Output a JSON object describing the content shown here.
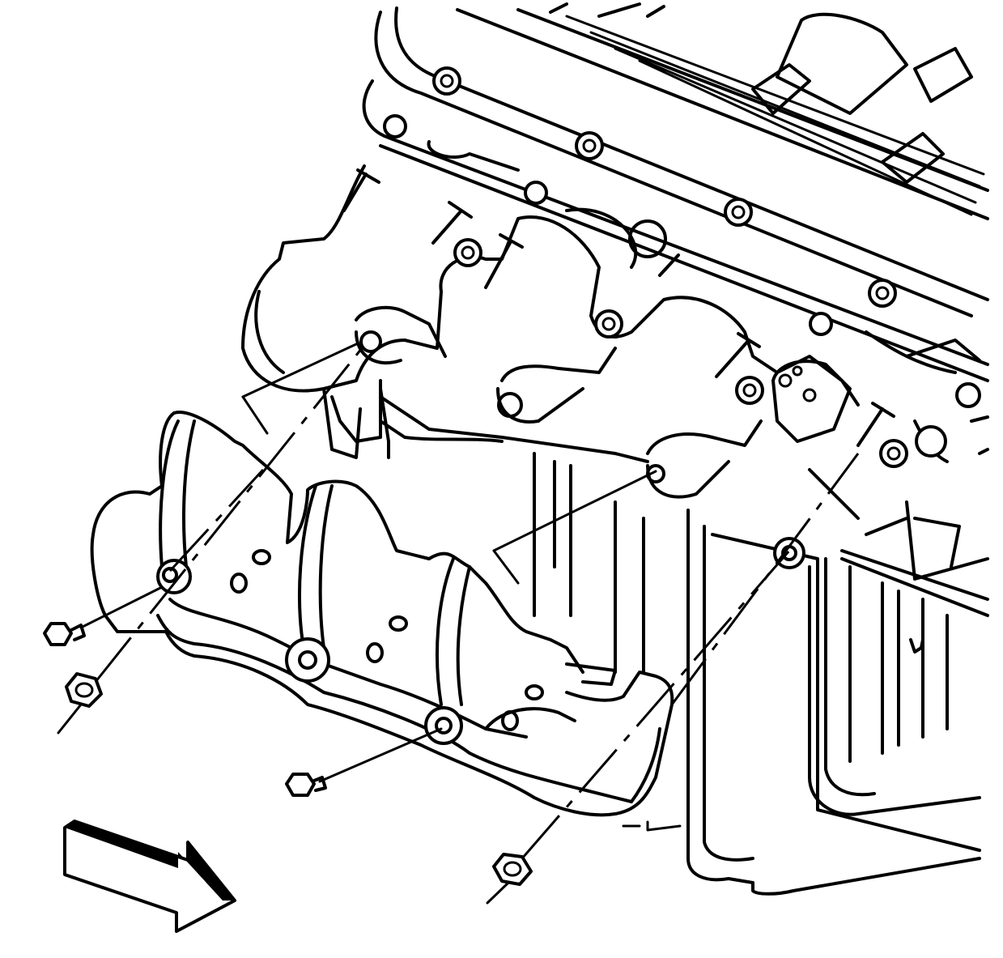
{
  "figure": {
    "view_arrow_icon": "view-direction-arrow",
    "parts": [
      "engine-block",
      "cylinder-head",
      "valve-cover",
      "exhaust-manifold",
      "heat-shield",
      "oil-pan",
      "manifold-bolts",
      "manifold-studs",
      "heat-shield-bolts",
      "heat-shield-nuts"
    ]
  },
  "colors": {
    "line": "#000000",
    "background": "#ffffff"
  }
}
